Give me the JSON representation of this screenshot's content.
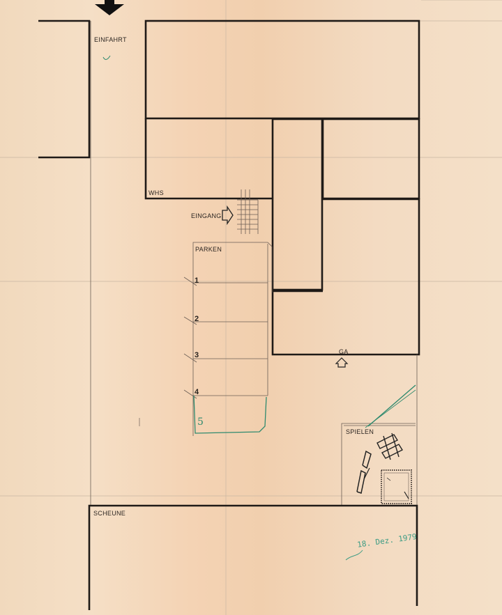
{
  "labels": {
    "einfahrt": "EINFAHRT",
    "whs": "WHS",
    "eingang": "EINGANG",
    "parken": "PARKEN",
    "ga": "GA",
    "spielen": "SPIELEN",
    "scheune": "SCHEUNE"
  },
  "parking_numbers": [
    "1",
    "2",
    "3",
    "4"
  ],
  "handwritten_number": "5",
  "stamp": "18. Dez. 1979",
  "colors": {
    "paper": "#f3d8bd",
    "ink": "#1f1a17",
    "pencil": "#6b5e55",
    "green_ink": "#2e8a6e"
  },
  "icons": [
    "entry-arrow-icon",
    "entrance-arrow-icon",
    "ga-arrow-icon"
  ]
}
